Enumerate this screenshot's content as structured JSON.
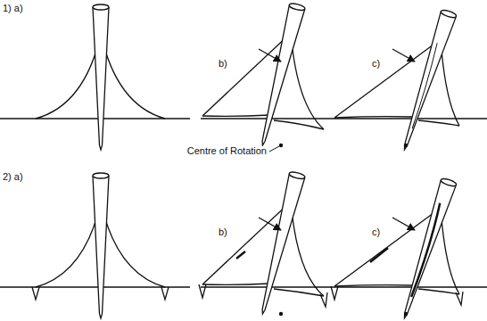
{
  "diagram": {
    "labels": [
      "1) a)",
      "b)",
      "c)",
      "Centre of Rotation",
      "2) a)",
      "b)",
      "c)"
    ]
  }
}
